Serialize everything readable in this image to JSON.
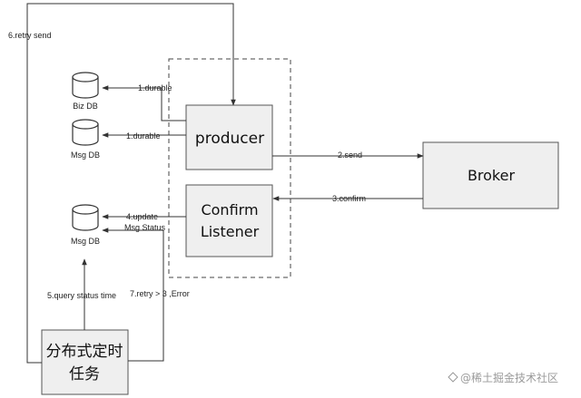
{
  "nodes": {
    "biz_db": "Biz DB",
    "msg_db_top": "Msg DB",
    "msg_db_bottom": "Msg DB",
    "producer": "producer",
    "confirm_listener_line1": "Confirm",
    "confirm_listener_line2": "Listener",
    "broker": "Broker",
    "scheduler_line1": "分布式定时",
    "scheduler_line2": "任务"
  },
  "edges": {
    "durable_biz": "1.durable",
    "durable_msg": "1.durable",
    "send": "2.send",
    "confirm": "3.confirm",
    "update_line1": "4.update",
    "update_line2": "Msg Status",
    "query_status": "5.query status time",
    "retry_send": "6.retry send",
    "retry_error": "7.retry > 3 ,Error"
  },
  "watermark": "@稀土掘金技术社区",
  "colors": {
    "box_fill": "#efefef",
    "broker_text": "#e02020",
    "line": "#333333"
  },
  "icons": {
    "database": "database-cylinder-icon",
    "watermark": "nugget-logo-icon"
  }
}
